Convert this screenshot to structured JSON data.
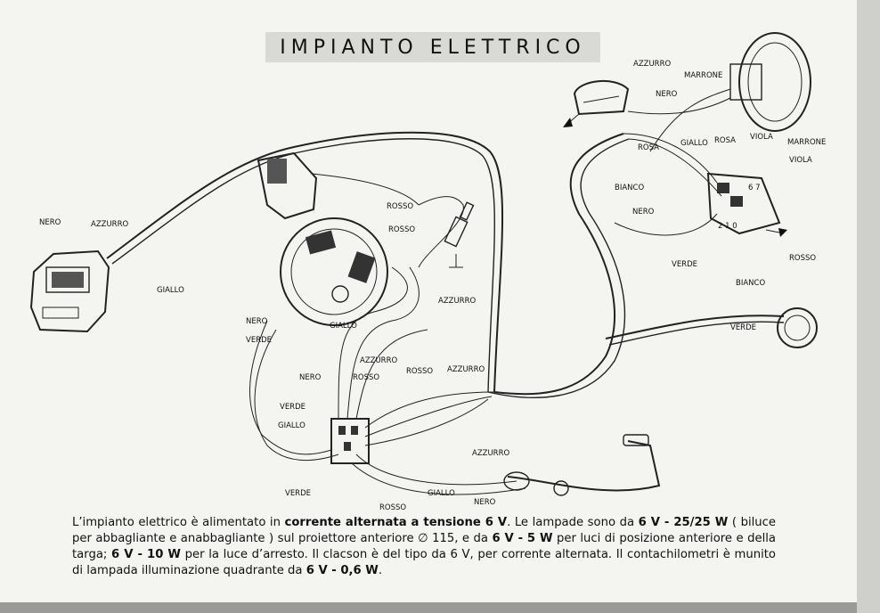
{
  "title": "IMPIANTO ELETTRICO",
  "labels": {
    "nero_headlamp": "NERO",
    "azzurro_headlamp": "AZZURRO",
    "giallo_headlamp": "GIALLO",
    "rosso_plug_1": "ROSSO",
    "rosso_plug_2": "ROSSO",
    "azzurro_stator": "AZZURRO",
    "nero_stator": "NERO",
    "giallo_stator": "GIALLO",
    "verde_stator": "VERDE",
    "azzurro_mid": "AZZURRO",
    "nero_mid": "NERO",
    "rosso_mid": "ROSSO",
    "rosso_mid2": "ROSSO",
    "azzurro_mid2": "AZZURRO",
    "verde_box": "VERDE",
    "giallo_box": "GIALLO",
    "verde_bottom": "VERDE",
    "rosso_bottom": "ROSSO",
    "giallo_bottom": "GIALLO",
    "nero_bottom": "NERO",
    "azzurro_pedal": "AZZURRO",
    "azzurro_top": "AZZURRO",
    "marrone_top": "MARRONE",
    "nero_top": "NERO",
    "rosa_1": "ROSA",
    "giallo_top": "GIALLO",
    "rosa_2": "ROSA",
    "viola_1": "VIOLA",
    "marrone_2": "MARRONE",
    "viola_2": "VIOLA",
    "bianco_switch": "BIANCO",
    "nero_switch": "NERO",
    "verde_switch": "VERDE",
    "rosso_switch": "ROSSO",
    "bianco_tail": "BIANCO",
    "verde_tail": "VERDE",
    "switch_positions": "2 1 0",
    "switch_mark": "6 7"
  },
  "caption": {
    "s1": "L’impianto elettrico è alimentato in ",
    "b1": "corrente alternata a tensione 6 V",
    "s2": ". Le lampade sono da ",
    "b2": "6 V - 25/25 W",
    "s3": " ( biluce per abbagliante e anabbagliante ) sul proiettore anteriore ∅ 115, e da ",
    "b3": "6 V - 5 W",
    "s4": " per luci di posizione anteriore e della targa; ",
    "b4": "6 V - 10 W",
    "s5": " per la luce d’arresto. Il clacson è del tipo da 6 V, per corrente alternata. Il contachilometri è munito di lampada illuminazione quadrante da ",
    "b5": "6 V - 0,6 W",
    "s6": "."
  }
}
